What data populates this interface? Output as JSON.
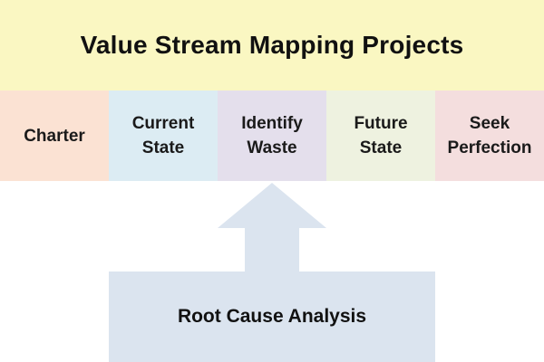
{
  "title": "Value Stream Mapping Projects",
  "steps": [
    {
      "label": "Charter",
      "color": "#fbe2d3"
    },
    {
      "label": "Current\nState",
      "color": "#dcecf3"
    },
    {
      "label": "Identify\nWaste",
      "color": "#e4dfec"
    },
    {
      "label": "Future\nState",
      "color": "#eef2e0"
    },
    {
      "label": "Seek\nPerfection",
      "color": "#f4dede"
    }
  ],
  "root_cause": {
    "label": "Root Cause Analysis",
    "color": "#dbe4ef"
  },
  "title_band_color": "#faf7c2"
}
